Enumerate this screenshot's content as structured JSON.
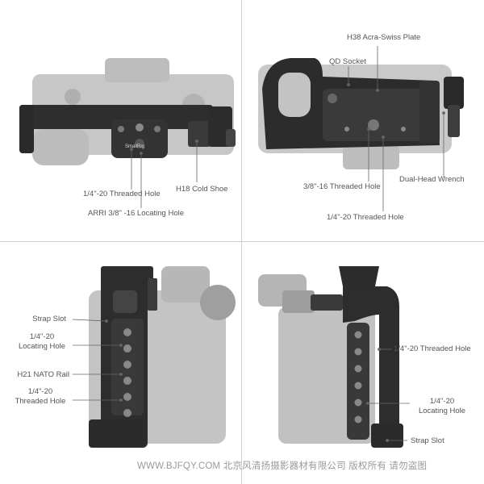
{
  "panels": {
    "top_left": {
      "labels": {
        "threaded_hole": "1/4\"-20 Threaded Hole",
        "cold_shoe": "H18 Cold Shoe",
        "arri_hole": "ARRI 3/8\" -16 Locating Hole",
        "brand_mark": "SmallRig"
      }
    },
    "top_right": {
      "labels": {
        "arca_plate": "H38 Acra-Swiss Plate",
        "qd_socket": "QD Socket",
        "dual_wrench": "Dual-Head Wrench",
        "threaded_38": "3/8\"-16 Threaded Hole",
        "threaded_14": "1/4\"-20 Threaded Hole"
      }
    },
    "bottom_left": {
      "labels": {
        "strap_slot": "Strap Slot",
        "locating_hole": "1/4\"-20\nLocating Hole",
        "nato_rail": "H21 NATO Rail",
        "threaded_hole": "1/4\"-20\nThreaded Hole"
      }
    },
    "bottom_right": {
      "labels": {
        "threaded_hole": "1/4\"-20 Threaded Hole",
        "locating_hole": "1/4\"-20\nLocating Hole",
        "strap_slot": "Strap Slot"
      }
    }
  },
  "watermark": "WWW.BJFQY.COM 北京风清扬摄影器材有限公司 版权所有 请勿盗图"
}
